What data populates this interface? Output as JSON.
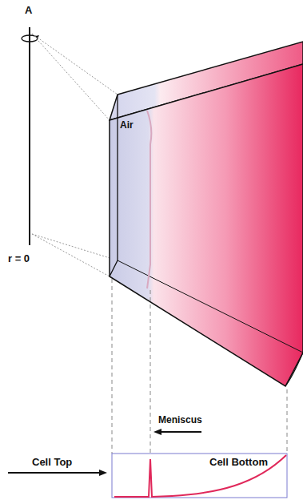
{
  "diagram": {
    "labels": [
      "A",
      "r = 0",
      "Air",
      "Meniscus",
      "Cell Top",
      "Cell Bottom"
    ]
  }
}
